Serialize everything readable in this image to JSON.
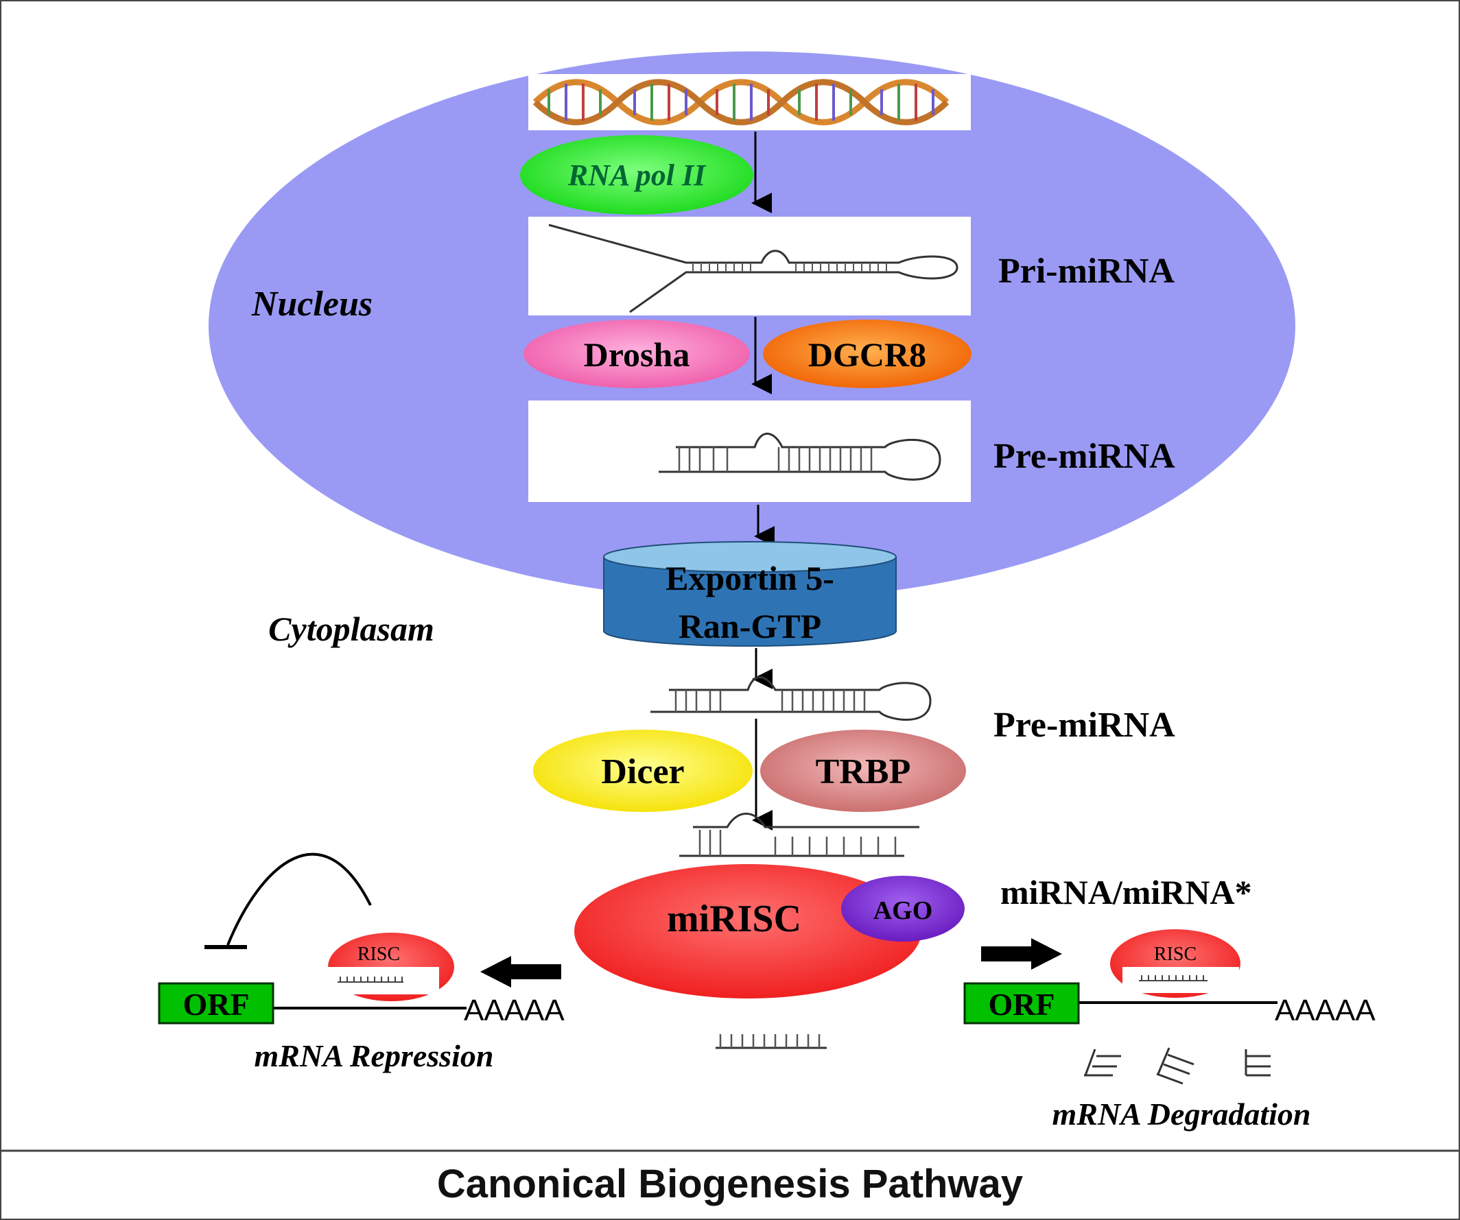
{
  "labels": {
    "nucleus": "Nucleus",
    "cytoplasm": "Cytoplasam",
    "rna_pol": "RNA pol II",
    "pri_mirna": "Pri-miRNA",
    "drosha": "Drosha",
    "dgcr8": "DGCR8",
    "pre_mirna_nucleus": "Pre-miRNA",
    "exportin_line1": "Exportin 5-",
    "exportin_line2": "Ran-GTP",
    "pre_mirna_cytoplasm": "Pre-miRNA",
    "dicer": "Dicer",
    "trbp": "TRBP",
    "mirisc": "miRISC",
    "ago": "AGO",
    "duplex": "miRNA/miRNA*",
    "risc_left": "RISC",
    "risc_right": "RISC",
    "orf_left": "ORF",
    "orf_right": "ORF",
    "polya_left": "AAAAA",
    "polya_right": "AAAAA",
    "repression": "mRNA Repression",
    "degradation": "mRNA Degradation"
  },
  "caption": "Canonical Biogenesis Pathway",
  "colors": {
    "nucleus": "#9a9af5",
    "rna_pol": "#22e022",
    "drosha": "#f06ab8",
    "dgcr8": "#ff7a00",
    "exportin": "#2e74b5",
    "dicer": "#ffee00",
    "trbp": "#d98080",
    "mirisc": "#ff2d2d",
    "ago": "#7a2ad0",
    "orf": "#00c000"
  }
}
